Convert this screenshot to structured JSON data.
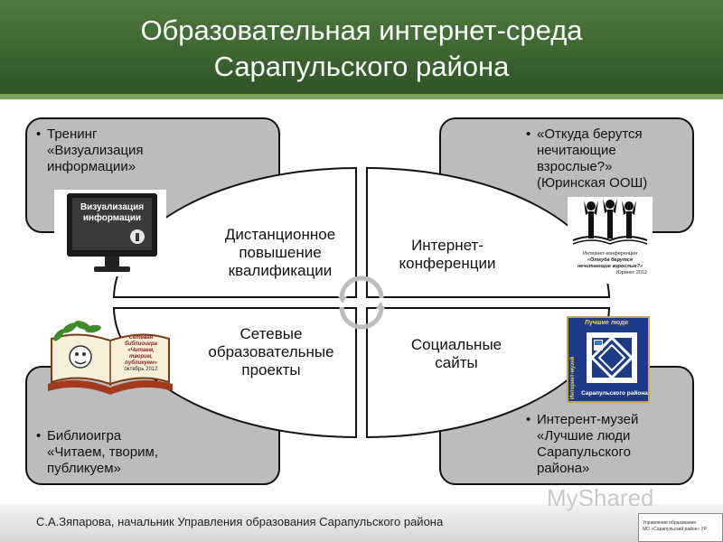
{
  "title": {
    "line1": "Образовательная интернет-среда",
    "line2": "Сарапульского района"
  },
  "corners": {
    "top_left": {
      "bullet": "•",
      "text": [
        "Тренинг",
        "«Визуализация",
        "информации»"
      ]
    },
    "top_right": {
      "bullet": "•",
      "text": [
        "«Откуда берутся",
        "нечитающие",
        "взрослые?»",
        "(Юринская ООШ)"
      ]
    },
    "bottom_left": {
      "bullet": "•",
      "text": [
        "Библиоигра",
        "«Читаем, творим,",
        "публикуем»"
      ]
    },
    "bottom_right": {
      "bullet": "•",
      "text": [
        "Интерент-музей",
        "«Лучшие люди",
        "Сарапульского",
        "района»"
      ]
    }
  },
  "quadrants": {
    "top_left": [
      "Дистанционное",
      "повышение",
      "квалификации"
    ],
    "top_right": [
      "Интернет-",
      "конференции"
    ],
    "bottom_left": [
      "Сетевые",
      "образовательные",
      "проекты"
    ],
    "bottom_right": [
      "Социальные",
      "сайты"
    ]
  },
  "images": {
    "monitor": {
      "text": [
        "Визуализация",
        "информации"
      ],
      "icon": "monitor-icon"
    },
    "conference": {
      "text": [
        "Интернет-конференция",
        "«Откуда берутся",
        "нечитающие взрослые?»",
        "Юринет 2012"
      ],
      "icon": "people-icon"
    },
    "book": {
      "text": [
        "Сетевая",
        "библиоигра",
        "«Читаем,",
        "творим,",
        "публикуем»",
        "октябрь 2012"
      ],
      "icon": "book-icon"
    },
    "museum": {
      "top": "Лучшие люди",
      "side": "Интернет-музей",
      "bottom": "Сарапульского района",
      "icon": "museum-icon"
    }
  },
  "footer": {
    "author": "С.А.Зяпарова, начальник Управления образования Сарапульского района",
    "watermark": "MyShared",
    "logo_line1": "Управление образования",
    "logo_line2": "МО «Сарапульский район» УР"
  },
  "colors": {
    "header": "#3d6531",
    "header_border": "#7aa45c",
    "box_gray": "#bcbcbc"
  }
}
